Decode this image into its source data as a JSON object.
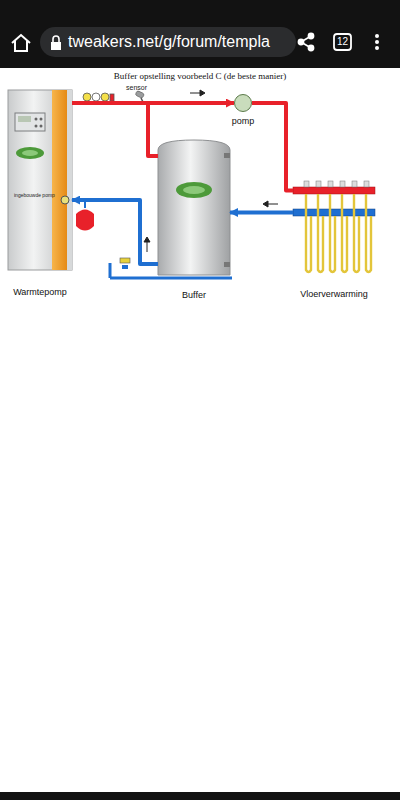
{
  "diagram": {
    "title": "Buffer opstelling voorbeeld C  (de beste manier)",
    "nodes": [
      {
        "text": [
          "Warmtepomp"
        ]
      },
      {
        "text": [
          "Buffer"
        ]
      },
      {
        "text": [
          "pomp"
        ]
      },
      {
        "text": [
          "Vloerverwarming"
        ]
      }
    ],
    "edges": [
      {
        "from": 0,
        "to": 2,
        "arrow": "to"
      },
      {
        "from": 0,
        "to": 1,
        "arrow": "none"
      },
      {
        "from": 2,
        "to": 3,
        "arrow": "none"
      },
      {
        "from": 3,
        "to": 1,
        "arrow": "to"
      },
      {
        "from": 1,
        "to": 0,
        "arrow": "to"
      }
    ],
    "labels": [
      "tweakers.net/g/forum/templa",
      "12",
      "sensor",
      "ingebouwde pomp"
    ]
  }
}
